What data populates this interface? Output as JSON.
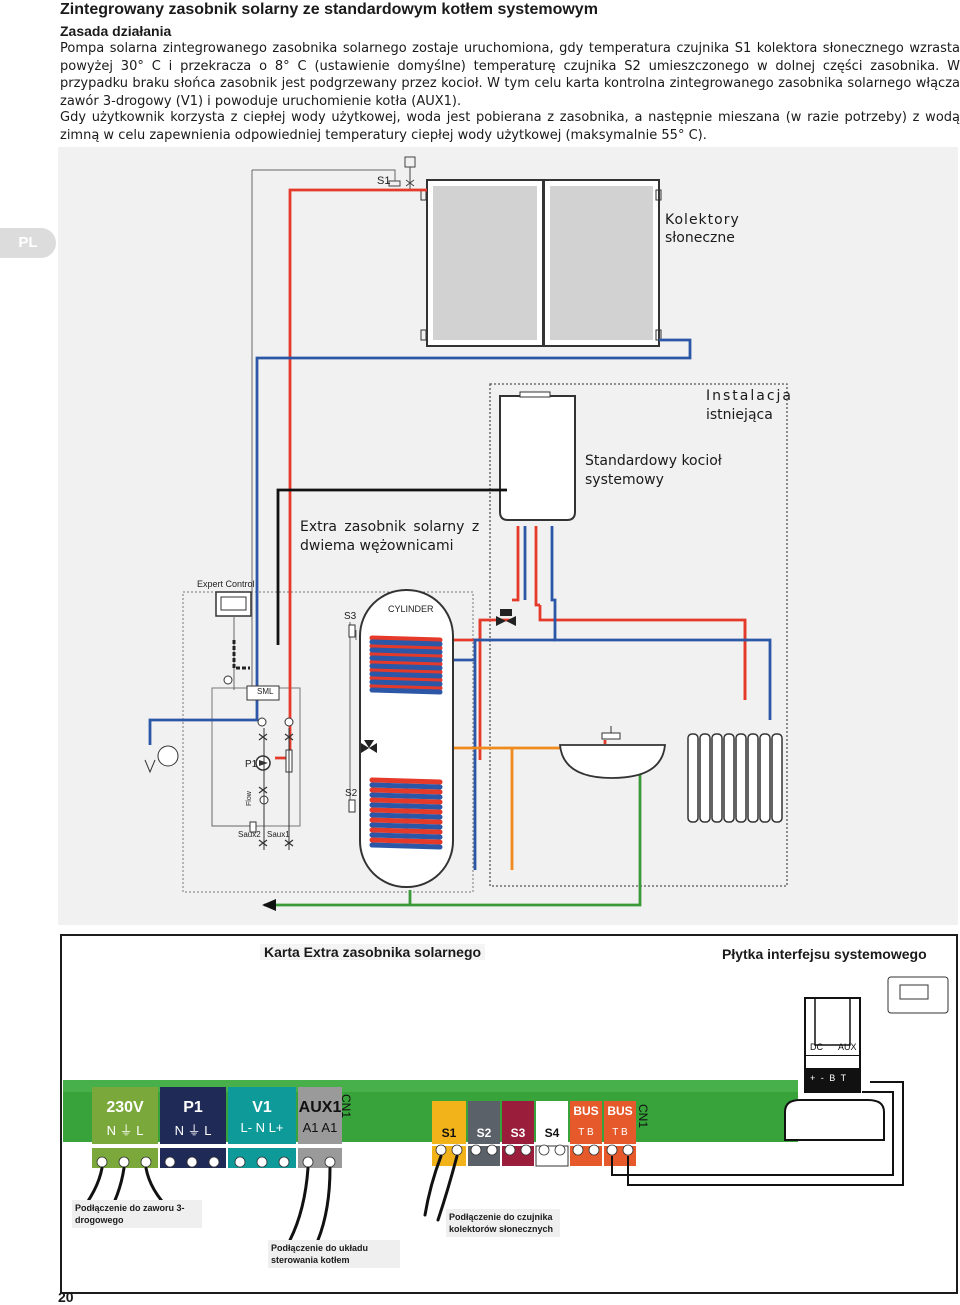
{
  "header": {
    "title": "Zintegrowany zasobnik solarny ze standardowym kotłem systemowym",
    "subtitle": "Zasada działania",
    "para1": "Pompa solarna zintegrowanego zasobnika solarnego zostaje uruchomiona, gdy temperatura czujnika S1 kolektora słonecznego wzrasta powyżej 30° C i przekracza o 8° C (ustawienie domyślne) temperaturę czujnika S2 umieszczonego w dolnej części zasobnika. W przypadku braku słońca zasobnik jest podgrzewany przez kocioł. W tym celu karta kontrolna zintegrowanego zasobnika solarnego włącza zawór 3-drogowy (V1) i powoduje uruchomienie kotła (AUX1).",
    "para2": "Gdy użytkownik korzysta z ciepłej wody użytkowej, woda jest pobierana z zasobnika, a następnie mieszana (w razie potrzeby) z wodą zimną w celu zapewnienia odpowiedniej temperatury ciepłej wody użytkowej (maksymalnie 55° C)."
  },
  "side_tab": "PL",
  "diagram": {
    "s1_sensor": "S1",
    "collectors_label_1": "Kolektory",
    "collectors_label_2": "słoneczne",
    "existing_1": "Instalacja",
    "existing_2": "istniejąca",
    "boiler_1": "Standardowy kocioł",
    "boiler_2": "systemowy",
    "tank_1": "Extra zasobnik solarny z",
    "tank_2": "dwiema wężownicami",
    "expert_control": "Expert Control",
    "sml": "SML",
    "s3": "S3",
    "cylinder": "CYLINDER",
    "p1": "P1",
    "flow": "Flow",
    "s2": "S2",
    "saux2": "Saux2",
    "saux1": "Saux1"
  },
  "wiring": {
    "card_title": "Karta Extra zasobnika solarnego",
    "interface_title": "Płytka interfejsu systemowego",
    "terminals_left": [
      {
        "name": "230V",
        "sub": "N ⏚ L",
        "color": "#6c9a2b"
      },
      {
        "name": "P1",
        "sub": "N ⏚ L",
        "color": "#1f2a57"
      },
      {
        "name": "V1",
        "sub": "L- N L+",
        "color": "#0f9a9a"
      },
      {
        "name": "AUX1",
        "sub": "A1 A1",
        "color": "#9a9a9a"
      }
    ],
    "cn1_left": "CN1",
    "terminals_right": [
      {
        "name": "S1",
        "color": "#f2b31a"
      },
      {
        "name": "S2",
        "color": "#5a6169"
      },
      {
        "name": "S3",
        "color": "#9a1e3c"
      },
      {
        "name": "S4",
        "color": "#ffffff"
      },
      {
        "name": "BUS",
        "sub": "T B",
        "color": "#e5592a"
      },
      {
        "name": "BUS",
        "sub": "T B",
        "color": "#e5592a"
      }
    ],
    "cn1_right": "CN1",
    "dc_label": "DC",
    "aux_label": "AUX",
    "pins_label": "+ - B T",
    "note_valve": "Podłączenie do zaworu 3-drogowego",
    "note_boiler": "Podłączenie do układu sterowania kotłem",
    "note_collectors": "Podłączenie do czujnika kolektorów słonecznych"
  },
  "page_number": "20"
}
